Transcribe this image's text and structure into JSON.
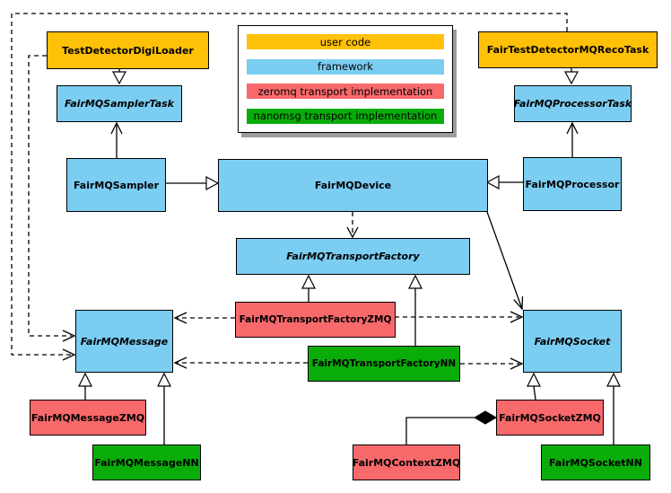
{
  "colors": {
    "user_code": "#FFC107",
    "framework": "#7BCDF2",
    "zeromq": "#F8696B",
    "nanomsg": "#0AAC0A"
  },
  "legend": {
    "items": [
      {
        "label": "user code",
        "color": "#FFC107"
      },
      {
        "label": "framework",
        "color": "#7BCDF2"
      },
      {
        "label": "zeromq transport implementation",
        "color": "#F8696B"
      },
      {
        "label": "nanomsg transport implementation",
        "color": "#0AAC0A"
      }
    ]
  },
  "nodes": {
    "digiLoader": {
      "label": "TestDetectorDigiLoader",
      "category": "user code",
      "abstract": false
    },
    "samplerTask": {
      "label": "FairMQSamplerTask",
      "category": "framework",
      "abstract": true
    },
    "sampler": {
      "label": "FairMQSampler",
      "category": "framework",
      "abstract": false
    },
    "recoTask": {
      "label": "FairTestDetectorMQRecoTask",
      "category": "user code",
      "abstract": false
    },
    "processorTask": {
      "label": "FairMQProcessorTask",
      "category": "framework",
      "abstract": true
    },
    "processor": {
      "label": "FairMQProcessor",
      "category": "framework",
      "abstract": false
    },
    "device": {
      "label": "FairMQDevice",
      "category": "framework",
      "abstract": false
    },
    "transportFactory": {
      "label": "FairMQTransportFactory",
      "category": "framework",
      "abstract": true
    },
    "transportFactoryZMQ": {
      "label": "FairMQTransportFactoryZMQ",
      "category": "zeromq",
      "abstract": false
    },
    "transportFactoryNN": {
      "label": "FairMQTransportFactoryNN",
      "category": "nanomsg",
      "abstract": false
    },
    "message": {
      "label": "FairMQMessage",
      "category": "framework",
      "abstract": true
    },
    "socket": {
      "label": "FairMQSocket",
      "category": "framework",
      "abstract": true
    },
    "messageZMQ": {
      "label": "FairMQMessageZMQ",
      "category": "zeromq",
      "abstract": false
    },
    "messageNN": {
      "label": "FairMQMessageNN",
      "category": "nanomsg",
      "abstract": false
    },
    "socketZMQ": {
      "label": "FairMQSocketZMQ",
      "category": "zeromq",
      "abstract": false
    },
    "contextZMQ": {
      "label": "FairMQContextZMQ",
      "category": "zeromq",
      "abstract": false
    },
    "socketNN": {
      "label": "FairMQSocketNN",
      "category": "nanomsg",
      "abstract": false
    }
  },
  "edges": [
    {
      "from": "TestDetectorDigiLoader",
      "to": "FairMQSamplerTask",
      "type": "inheritance"
    },
    {
      "from": "FairMQSampler",
      "to": "FairMQSamplerTask",
      "type": "association"
    },
    {
      "from": "FairTestDetectorMQRecoTask",
      "to": "FairMQProcessorTask",
      "type": "inheritance"
    },
    {
      "from": "FairMQProcessor",
      "to": "FairMQProcessorTask",
      "type": "association"
    },
    {
      "from": "FairMQSampler",
      "to": "FairMQDevice",
      "type": "inheritance"
    },
    {
      "from": "FairMQProcessor",
      "to": "FairMQDevice",
      "type": "inheritance"
    },
    {
      "from": "FairMQDevice",
      "to": "FairMQTransportFactory",
      "type": "dependency"
    },
    {
      "from": "FairMQDevice",
      "to": "FairMQSocket",
      "type": "association"
    },
    {
      "from": "FairMQTransportFactoryZMQ",
      "to": "FairMQTransportFactory",
      "type": "inheritance"
    },
    {
      "from": "FairMQTransportFactoryNN",
      "to": "FairMQTransportFactory",
      "type": "inheritance"
    },
    {
      "from": "FairMQTransportFactoryZMQ",
      "to": "FairMQMessage",
      "type": "dependency"
    },
    {
      "from": "FairMQTransportFactoryZMQ",
      "to": "FairMQSocket",
      "type": "dependency"
    },
    {
      "from": "FairMQTransportFactoryNN",
      "to": "FairMQMessage",
      "type": "dependency"
    },
    {
      "from": "FairMQTransportFactoryNN",
      "to": "FairMQSocket",
      "type": "dependency"
    },
    {
      "from": "FairTestDetectorMQRecoTask",
      "to": "FairMQMessage",
      "type": "dependency"
    },
    {
      "from": "TestDetectorDigiLoader",
      "to": "FairMQMessage",
      "type": "dependency"
    },
    {
      "from": "FairMQMessageZMQ",
      "to": "FairMQMessage",
      "type": "inheritance"
    },
    {
      "from": "FairMQMessageNN",
      "to": "FairMQMessage",
      "type": "inheritance"
    },
    {
      "from": "FairMQSocketZMQ",
      "to": "FairMQSocket",
      "type": "inheritance"
    },
    {
      "from": "FairMQSocketNN",
      "to": "FairMQSocket",
      "type": "inheritance"
    },
    {
      "from": "FairMQContextZMQ",
      "to": "FairMQSocketZMQ",
      "type": "composition"
    }
  ]
}
